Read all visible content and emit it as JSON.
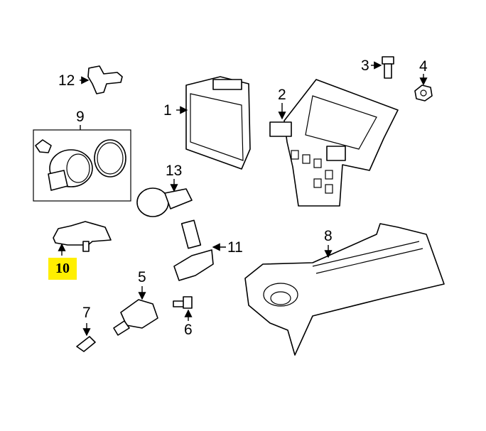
{
  "diagram": {
    "callouts": [
      {
        "id": "1",
        "label": "1"
      },
      {
        "id": "2",
        "label": "2"
      },
      {
        "id": "3",
        "label": "3"
      },
      {
        "id": "4",
        "label": "4"
      },
      {
        "id": "5",
        "label": "5"
      },
      {
        "id": "6",
        "label": "6"
      },
      {
        "id": "7",
        "label": "7"
      },
      {
        "id": "8",
        "label": "8"
      },
      {
        "id": "9",
        "label": "9"
      },
      {
        "id": "10",
        "label": "10",
        "highlighted": true
      },
      {
        "id": "11",
        "label": "11"
      },
      {
        "id": "12",
        "label": "12"
      },
      {
        "id": "13",
        "label": "13"
      }
    ],
    "highlight_color": "#ffef00"
  }
}
